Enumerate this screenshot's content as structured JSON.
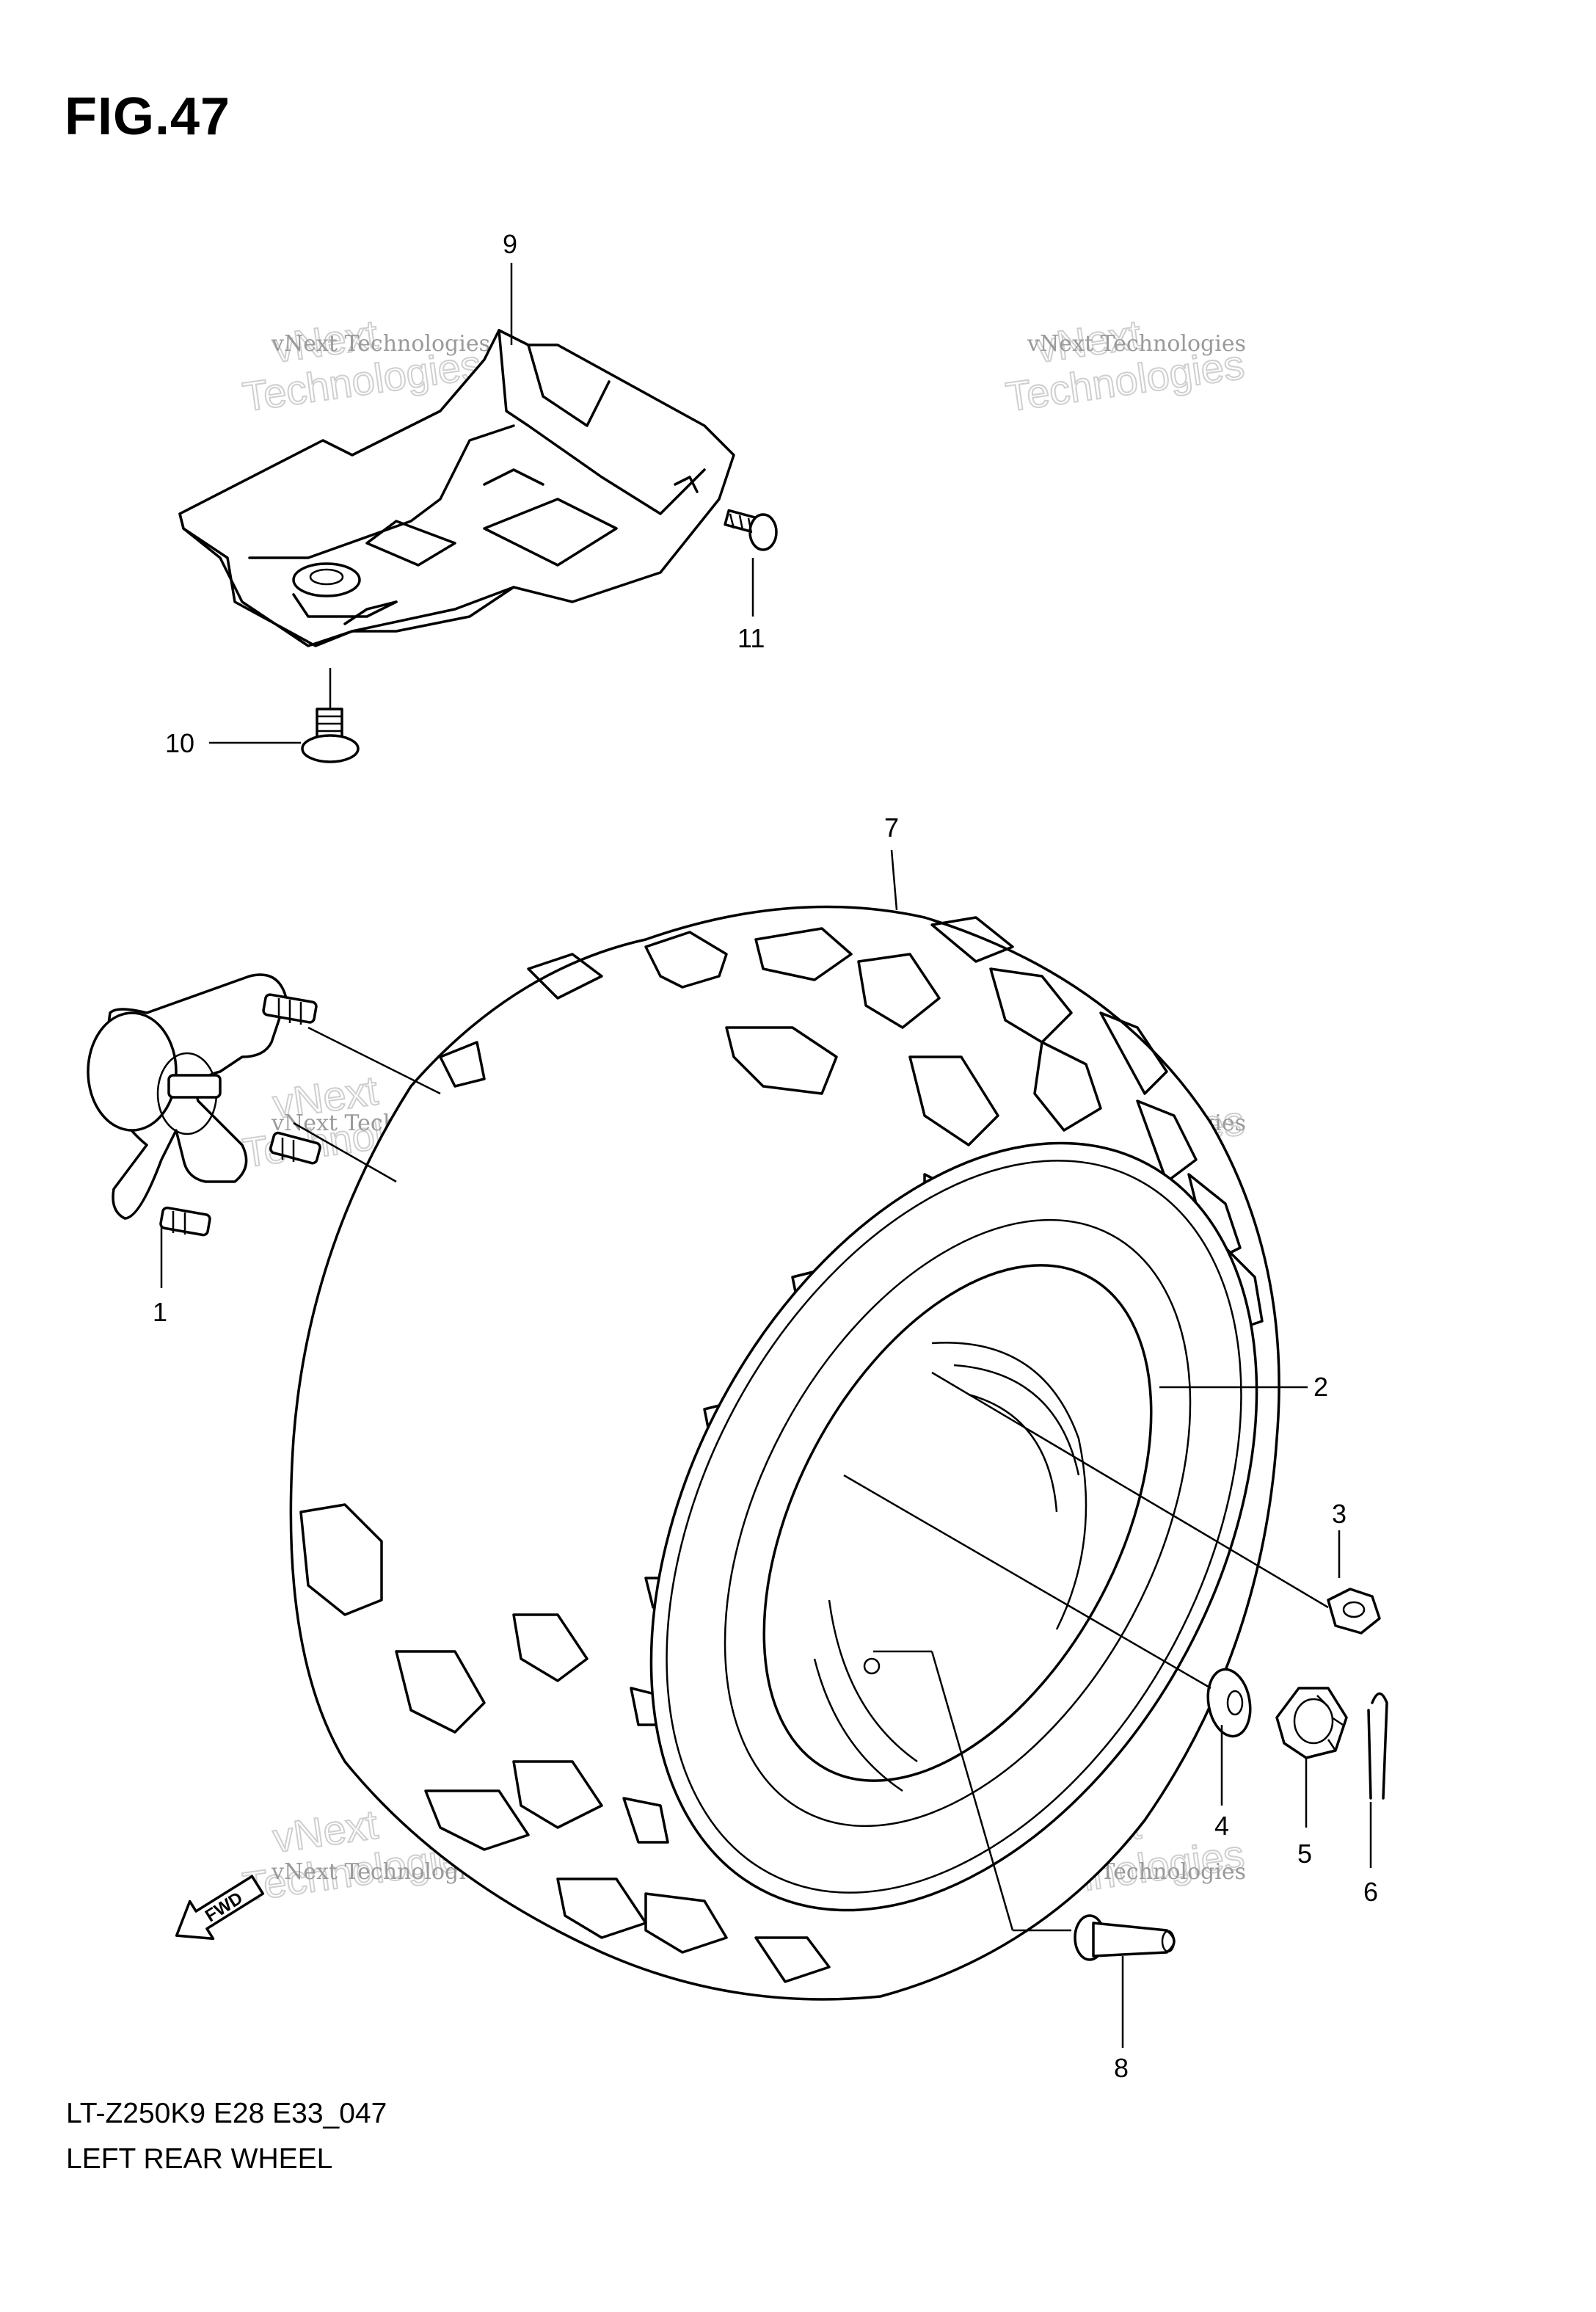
{
  "figure": {
    "title": "FIG.47"
  },
  "footer": {
    "code": "LT-Z250K9 E28 E33_047",
    "name": "LEFT REAR WHEEL"
  },
  "callouts": [
    "1",
    "2",
    "3",
    "4",
    "5",
    "6",
    "7",
    "8",
    "9",
    "10",
    "11"
  ],
  "watermark": {
    "line1": "vNext Technologies",
    "line2": "vNext",
    "line3": "Technologies"
  },
  "fwd_label": "FWD"
}
